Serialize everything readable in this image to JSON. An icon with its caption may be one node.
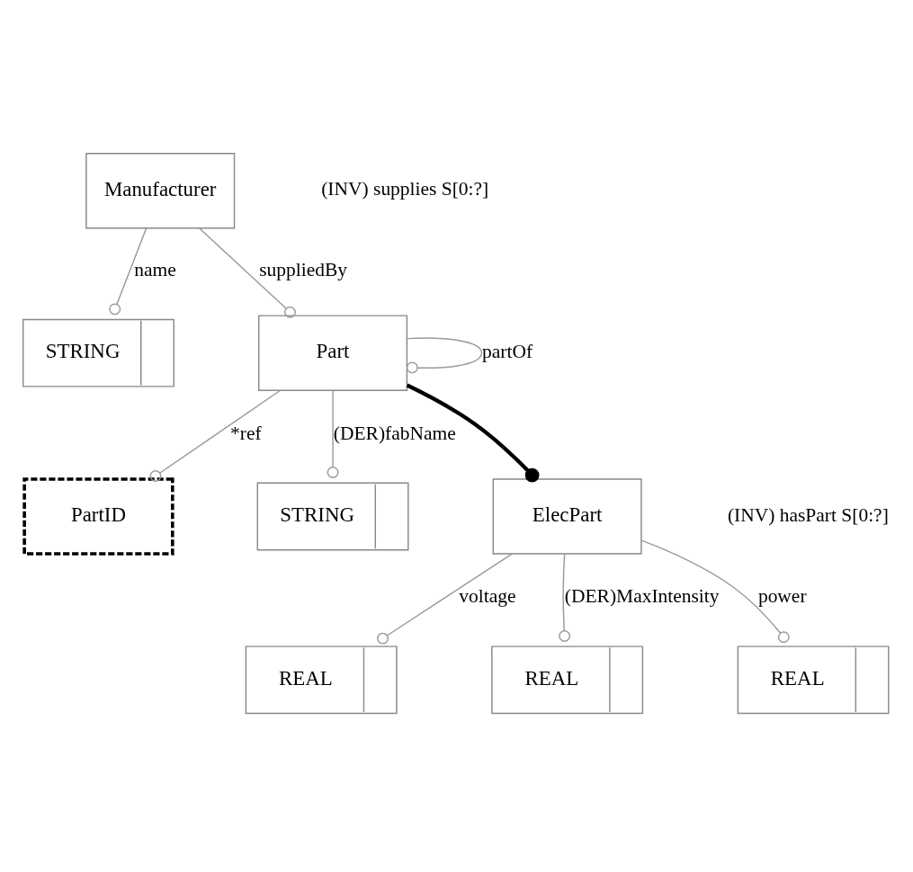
{
  "diagram": {
    "nodes": [
      {
        "text": [
          "Manufacturer"
        ]
      },
      {
        "text": [
          "STRING"
        ]
      },
      {
        "text": [
          "Part"
        ]
      },
      {
        "text": [
          "PartID"
        ]
      },
      {
        "text": [
          "STRING"
        ]
      },
      {
        "text": [
          "ElecPart"
        ]
      },
      {
        "text": [
          "REAL"
        ]
      },
      {
        "text": [
          "REAL"
        ]
      },
      {
        "text": [
          "REAL"
        ]
      }
    ],
    "edges": [
      {
        "from": 0,
        "to": 1,
        "arrow": "other",
        "label": "name"
      },
      {
        "from": 0,
        "to": 2,
        "arrow": "other",
        "label": "suppliedBy"
      },
      {
        "from": 2,
        "to": 2,
        "arrow": "other",
        "label": "partOf"
      },
      {
        "from": 2,
        "to": 3,
        "arrow": "other",
        "label": "*ref"
      },
      {
        "from": 2,
        "to": 4,
        "arrow": "other",
        "label": "(DER)fabName"
      },
      {
        "from": 2,
        "to": 5,
        "arrow": "other",
        "style": "thick",
        "color": "#000000"
      },
      {
        "from": 5,
        "to": 6,
        "arrow": "other",
        "label": "voltage"
      },
      {
        "from": 5,
        "to": 7,
        "arrow": "other",
        "label": "(DER)MaxIntensity"
      },
      {
        "from": 5,
        "to": 8,
        "arrow": "other",
        "label": "power"
      }
    ],
    "labels": [
      "(INV) supplies S[0:?]",
      "(INV) hasPart S[0:?]"
    ]
  }
}
